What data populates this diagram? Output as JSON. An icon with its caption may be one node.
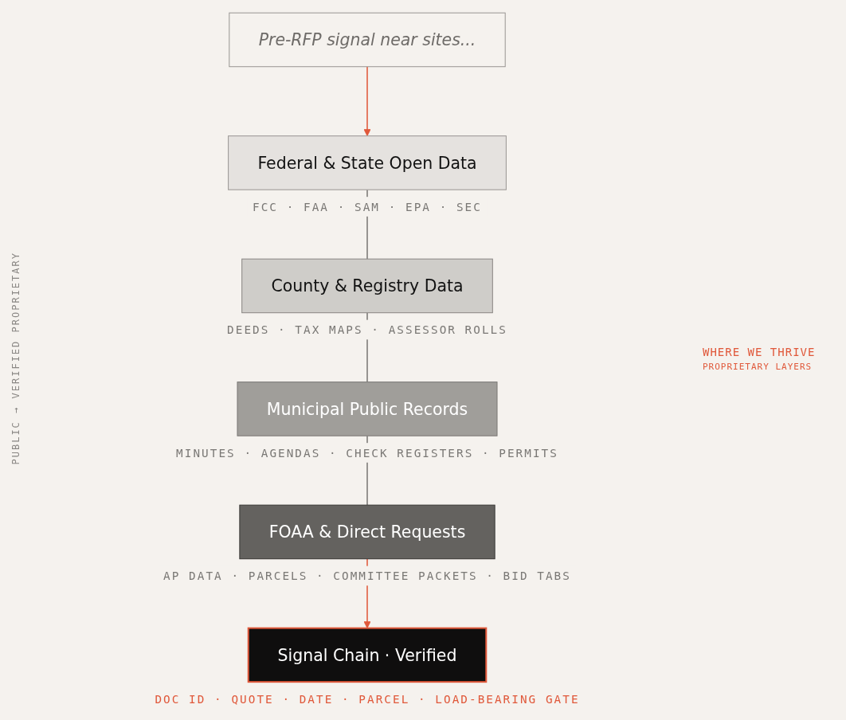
{
  "diagram": {
    "nodes": [
      {
        "text": [
          "Pre-RFP signal near sites..."
        ]
      },
      {
        "text": [
          "Federal & State Open Data"
        ],
        "beside": [
          "FCC · FAA · SAM · EPA · SEC"
        ]
      },
      {
        "text": [
          "County & Registry Data"
        ],
        "beside": [
          "DEEDS · TAX MAPS · ASSESSOR ROLLS"
        ]
      },
      {
        "text": [
          "Municipal Public Records"
        ],
        "beside": [
          "MINUTES · AGENDAS · CHECK REGISTERS · PERMITS"
        ]
      },
      {
        "text": [
          "FOAA & Direct Requests"
        ],
        "beside": [
          "AP DATA · PARCELS · COMMITTEE PACKETS · BID TABS"
        ]
      },
      {
        "text": [
          "Signal Chain · Verified"
        ],
        "beside": [
          "DOC ID · QUOTE · DATE · PARCEL · LOAD-BEARING GATE"
        ]
      }
    ],
    "edges": [
      {
        "from": 0,
        "to": 1,
        "arrow": "to",
        "color": "#e0583a"
      },
      {
        "from": 1,
        "to": 2,
        "arrow": "none"
      },
      {
        "from": 2,
        "to": 3,
        "arrow": "none"
      },
      {
        "from": 3,
        "to": 4,
        "arrow": "none"
      },
      {
        "from": 4,
        "to": 5,
        "arrow": "to",
        "color": "#e0583a"
      }
    ],
    "labels": [
      "PUBLIC → VERIFIED PROPRIETARY",
      "WHERE WE THRIVE",
      "PROPRIETARY LAYERS"
    ]
  }
}
